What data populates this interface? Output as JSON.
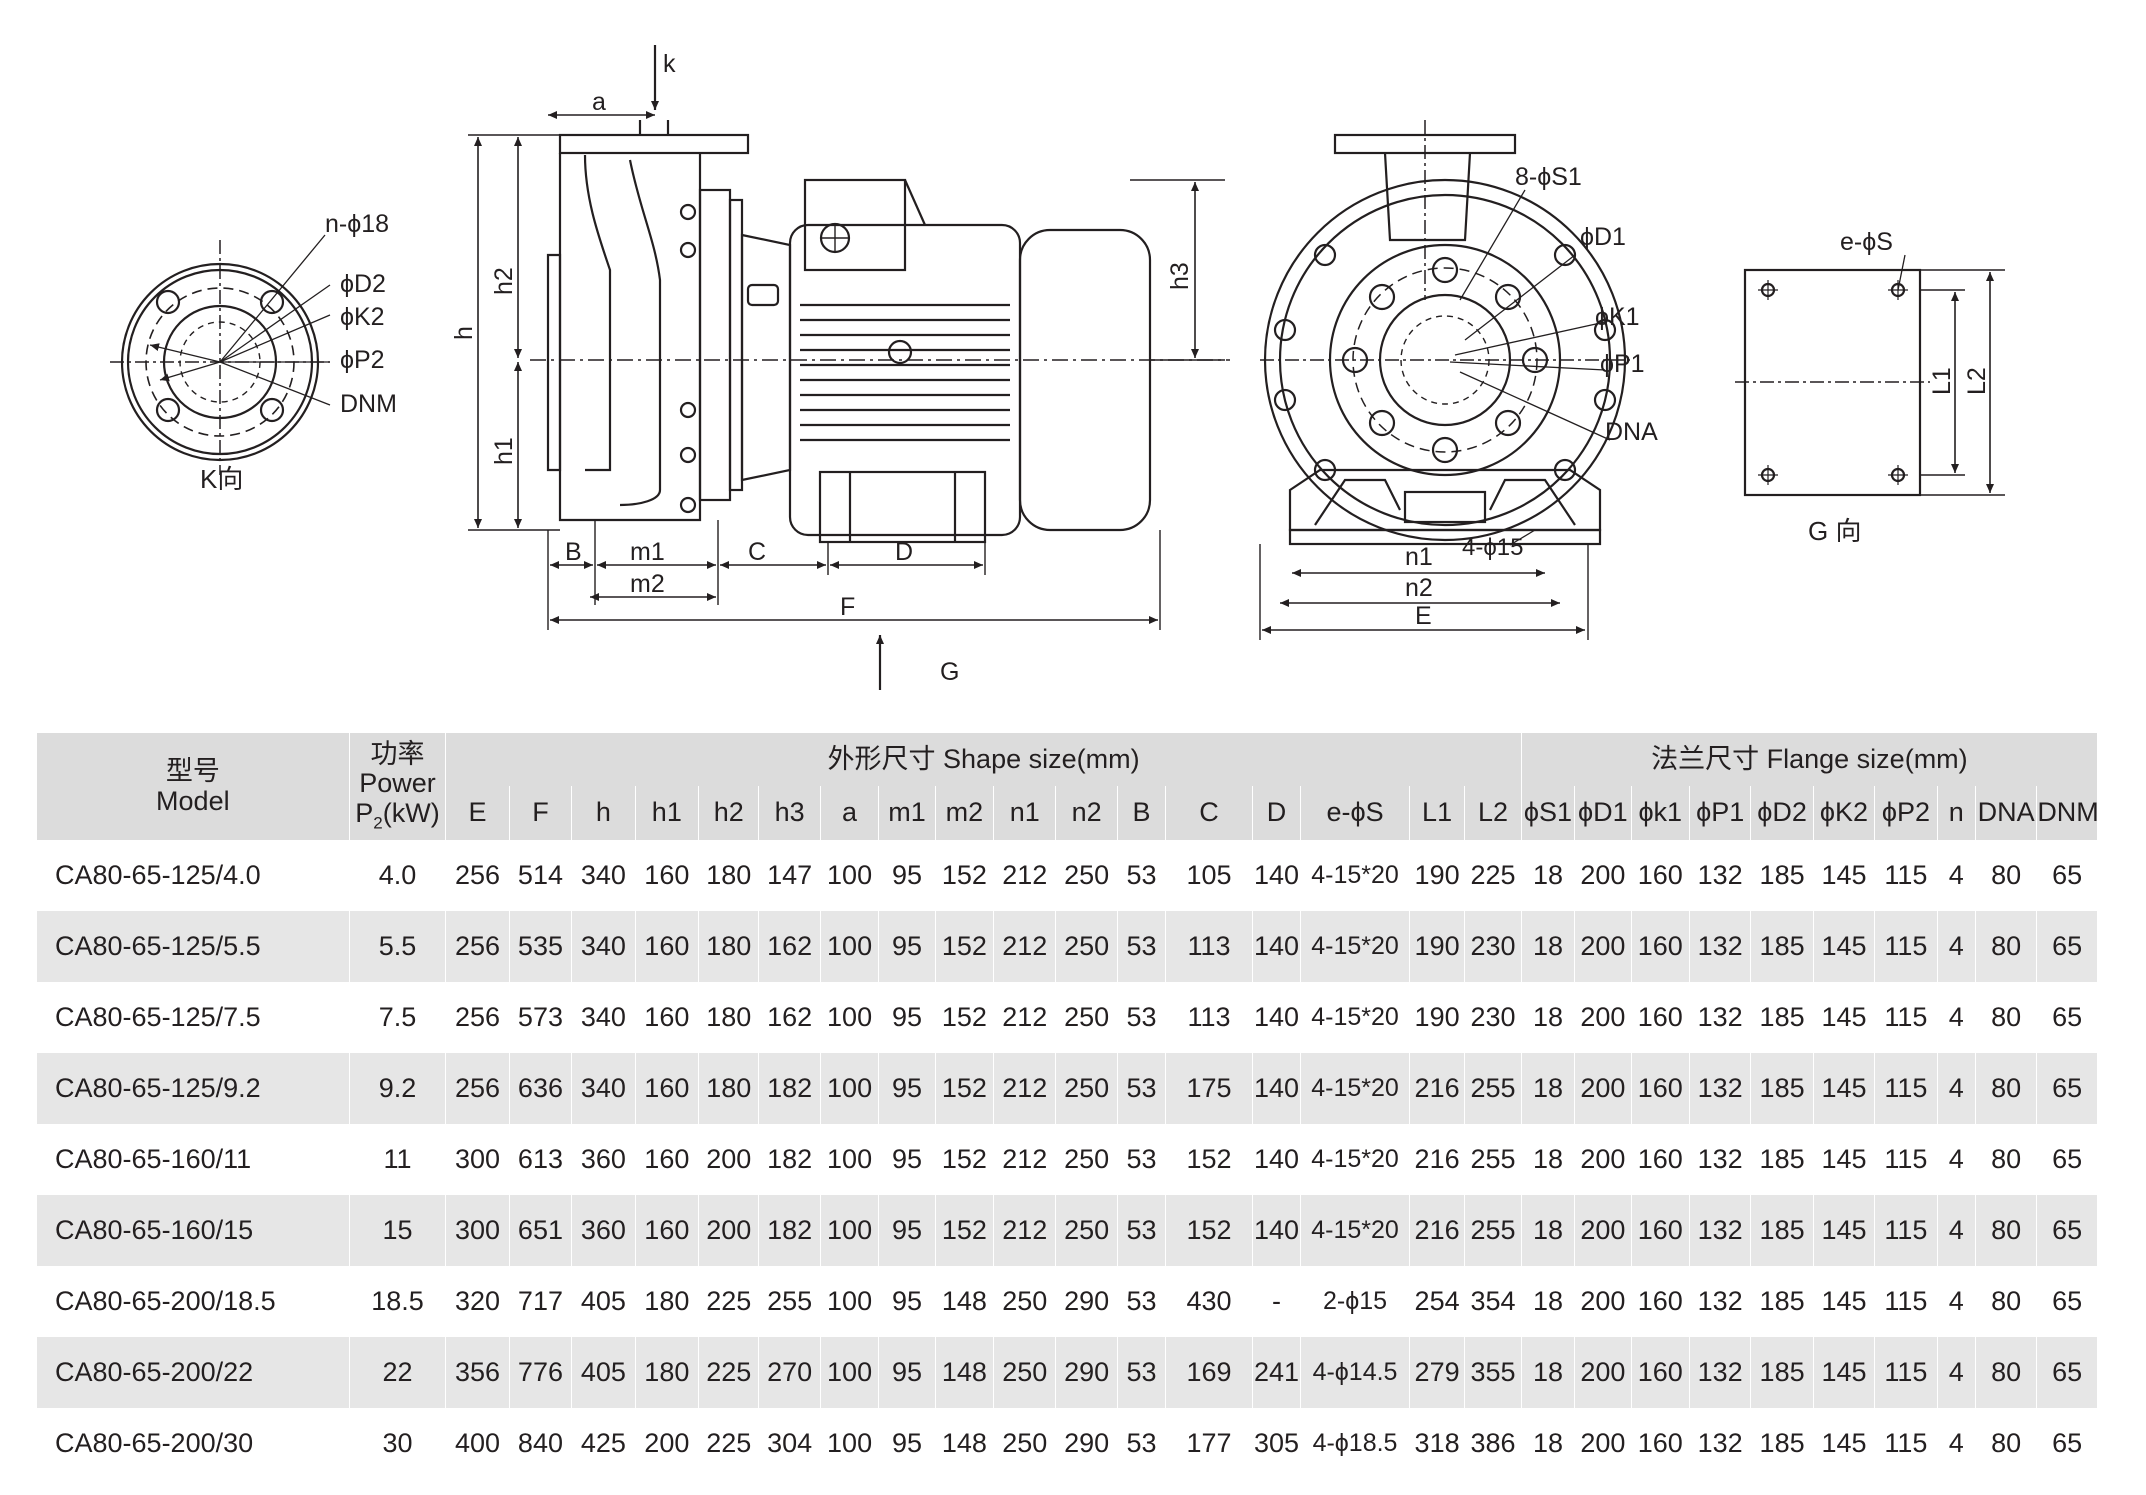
{
  "drawings": {
    "k_view": {
      "caption": "K向",
      "labels": {
        "n_phi18": "n-ϕ18",
        "phi_d2": "ϕD2",
        "phi_k2": "ϕK2",
        "phi_p2": "ϕP2",
        "dnm": "DNM"
      }
    },
    "side_view": {
      "labels": {
        "k": "k",
        "a": "a",
        "h": "h",
        "h1": "h1",
        "h2": "h2",
        "h3": "h3",
        "b": "B",
        "m1": "m1",
        "m2": "m2",
        "c": "C",
        "d": "D",
        "f": "F",
        "g": "G"
      }
    },
    "front_view": {
      "labels": {
        "s1": "8-ϕS1",
        "d1": "ϕD1",
        "k1": "ϕK1",
        "p1": "ϕP1",
        "dna": "DNA",
        "n1": "n1",
        "n2": "n2",
        "e": "E",
        "holes": "4-ϕ15"
      }
    },
    "g_view": {
      "caption": "G 向",
      "labels": {
        "es": "e-ϕS",
        "l1": "L1",
        "l2": "L2"
      }
    }
  },
  "table": {
    "header": {
      "model_cn": "型号",
      "model_en": "Model",
      "power_cn": "功率",
      "power_en": "Power",
      "power_unit_p": "P",
      "power_unit_sub": "2",
      "power_unit_kw": "(kW)",
      "shape_group": "外形尺寸 Shape size(mm)",
      "flange_group": "法兰尺寸 Flange size(mm)",
      "shape_cols": [
        "E",
        "F",
        "h",
        "h1",
        "h2",
        "h3",
        "a",
        "m1",
        "m2",
        "n1",
        "n2",
        "B",
        "C",
        "D",
        "e-ϕS",
        "L1",
        "L2"
      ],
      "flange_cols": [
        "ϕS1",
        "ϕD1",
        "ϕk1",
        "ϕP1",
        "ϕD2",
        "ϕK2",
        "ϕP2",
        "n",
        "DNA",
        "DNM"
      ]
    },
    "rows": [
      [
        "CA80-65-125/4.0",
        "4.0",
        "256",
        "514",
        "340",
        "160",
        "180",
        "147",
        "100",
        "95",
        "152",
        "212",
        "250",
        "53",
        "105",
        "140",
        "4-15*20",
        "190",
        "225",
        "18",
        "200",
        "160",
        "132",
        "185",
        "145",
        "115",
        "4",
        "80",
        "65"
      ],
      [
        "CA80-65-125/5.5",
        "5.5",
        "256",
        "535",
        "340",
        "160",
        "180",
        "162",
        "100",
        "95",
        "152",
        "212",
        "250",
        "53",
        "113",
        "140",
        "4-15*20",
        "190",
        "230",
        "18",
        "200",
        "160",
        "132",
        "185",
        "145",
        "115",
        "4",
        "80",
        "65"
      ],
      [
        "CA80-65-125/7.5",
        "7.5",
        "256",
        "573",
        "340",
        "160",
        "180",
        "162",
        "100",
        "95",
        "152",
        "212",
        "250",
        "53",
        "113",
        "140",
        "4-15*20",
        "190",
        "230",
        "18",
        "200",
        "160",
        "132",
        "185",
        "145",
        "115",
        "4",
        "80",
        "65"
      ],
      [
        "CA80-65-125/9.2",
        "9.2",
        "256",
        "636",
        "340",
        "160",
        "180",
        "182",
        "100",
        "95",
        "152",
        "212",
        "250",
        "53",
        "175",
        "140",
        "4-15*20",
        "216",
        "255",
        "18",
        "200",
        "160",
        "132",
        "185",
        "145",
        "115",
        "4",
        "80",
        "65"
      ],
      [
        "CA80-65-160/11",
        "11",
        "300",
        "613",
        "360",
        "160",
        "200",
        "182",
        "100",
        "95",
        "152",
        "212",
        "250",
        "53",
        "152",
        "140",
        "4-15*20",
        "216",
        "255",
        "18",
        "200",
        "160",
        "132",
        "185",
        "145",
        "115",
        "4",
        "80",
        "65"
      ],
      [
        "CA80-65-160/15",
        "15",
        "300",
        "651",
        "360",
        "160",
        "200",
        "182",
        "100",
        "95",
        "152",
        "212",
        "250",
        "53",
        "152",
        "140",
        "4-15*20",
        "216",
        "255",
        "18",
        "200",
        "160",
        "132",
        "185",
        "145",
        "115",
        "4",
        "80",
        "65"
      ],
      [
        "CA80-65-200/18.5",
        "18.5",
        "320",
        "717",
        "405",
        "180",
        "225",
        "255",
        "100",
        "95",
        "148",
        "250",
        "290",
        "53",
        "430",
        "-",
        "2-ϕ15",
        "254",
        "354",
        "18",
        "200",
        "160",
        "132",
        "185",
        "145",
        "115",
        "4",
        "80",
        "65"
      ],
      [
        "CA80-65-200/22",
        "22",
        "356",
        "776",
        "405",
        "180",
        "225",
        "270",
        "100",
        "95",
        "148",
        "250",
        "290",
        "53",
        "169",
        "241",
        "4-ϕ14.5",
        "279",
        "355",
        "18",
        "200",
        "160",
        "132",
        "185",
        "145",
        "115",
        "4",
        "80",
        "65"
      ],
      [
        "CA80-65-200/30",
        "30",
        "400",
        "840",
        "425",
        "200",
        "225",
        "304",
        "100",
        "95",
        "148",
        "250",
        "290",
        "53",
        "177",
        "305",
        "4-ϕ18.5",
        "318",
        "386",
        "18",
        "200",
        "160",
        "132",
        "185",
        "145",
        "115",
        "4",
        "80",
        "65"
      ]
    ]
  }
}
